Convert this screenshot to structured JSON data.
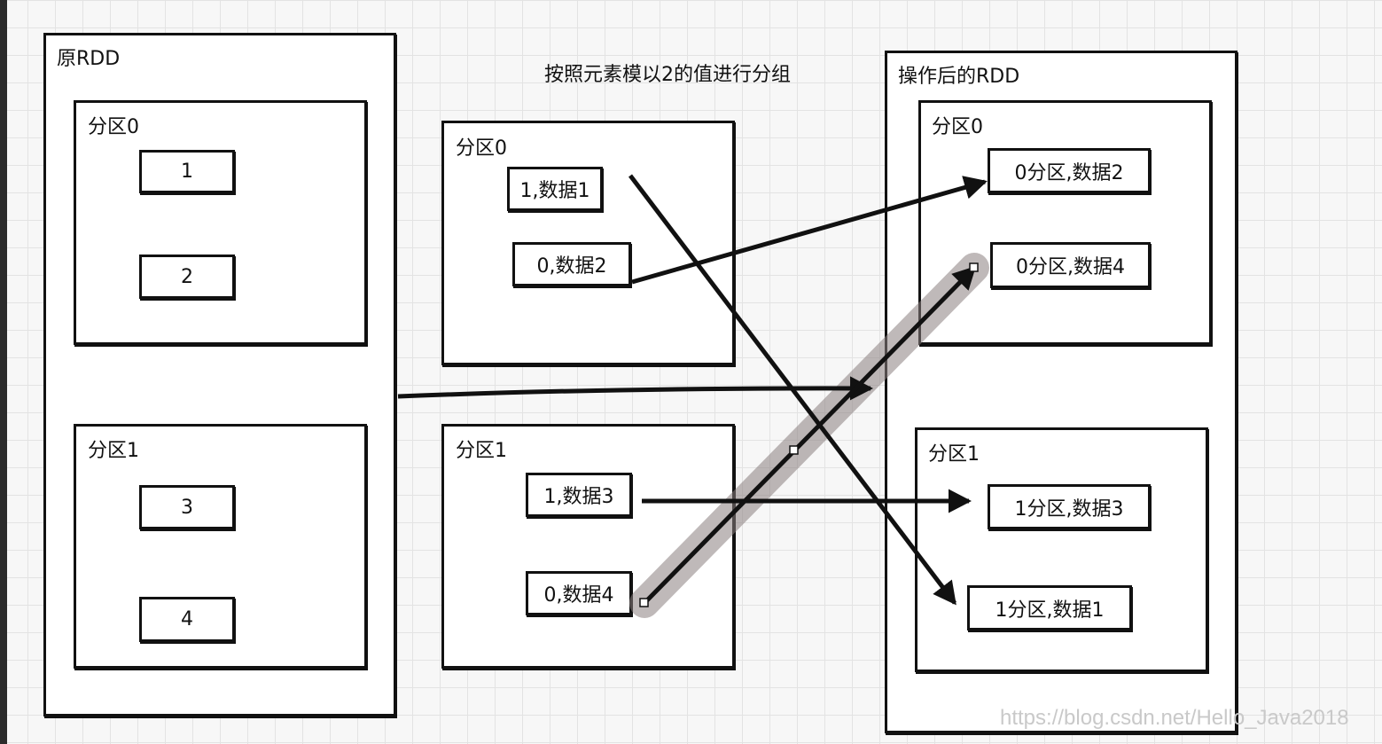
{
  "title": "按照元素模以2的值进行分组",
  "original_rdd": {
    "label": "原RDD",
    "partitions": [
      {
        "label": "分区0",
        "items": [
          "1",
          "2"
        ]
      },
      {
        "label": "分区1",
        "items": [
          "3",
          "4"
        ]
      }
    ]
  },
  "intermediate": {
    "partitions": [
      {
        "label": "分区0",
        "items": [
          "1,数据1",
          "0,数据2"
        ]
      },
      {
        "label": "分区1",
        "items": [
          "1,数据3",
          "0,数据4"
        ]
      }
    ]
  },
  "result_rdd": {
    "label": "操作后的RDD",
    "partitions": [
      {
        "label": "分区0",
        "items": [
          "0分区,数据2",
          "0分区,数据4"
        ]
      },
      {
        "label": "分区1",
        "items": [
          "1分区,数据3",
          "1分区,数据1"
        ]
      }
    ]
  },
  "watermark": "https://blog.csdn.net/Hello_Java2018",
  "colors": {
    "stroke": "#111111",
    "highlight": "#8a7f7f"
  }
}
